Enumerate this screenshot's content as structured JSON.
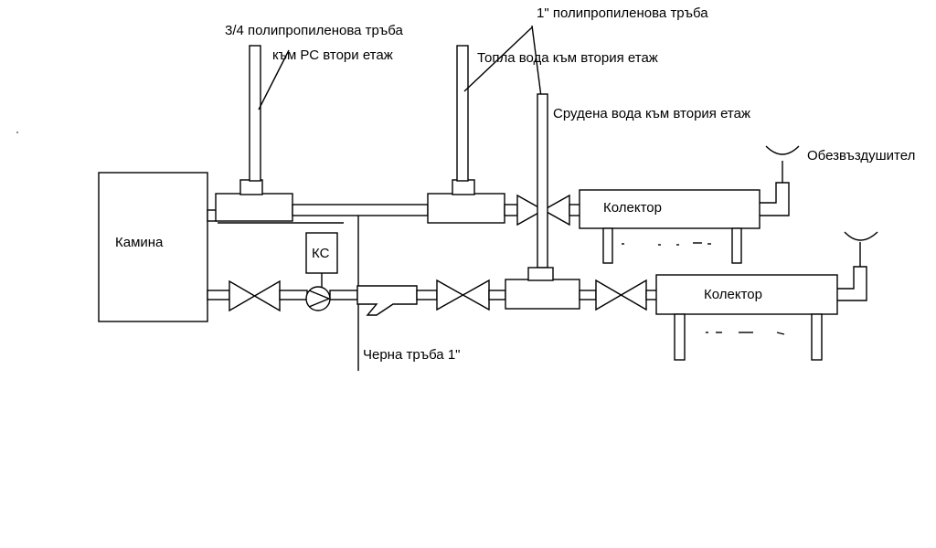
{
  "diagram": {
    "labels": {
      "pipe_34_line1": "3/4 полипропиленова тръба",
      "pipe_34_line2": "към РС втори етаж",
      "pipe_1in": "1\" полипропиленова тръба",
      "hot_water": "Топла вода към втория етаж",
      "cold_water": "Срудена вода към втория етаж",
      "air_vent": "Обезвъздушител",
      "fireplace": "Камина",
      "ks": "КС",
      "collector_upper": "Колектор",
      "collector_lower": "Колектор",
      "black_pipe": "Черна тръба 1\""
    },
    "colors": {
      "stroke": "#000000",
      "background": "#ffffff"
    }
  }
}
